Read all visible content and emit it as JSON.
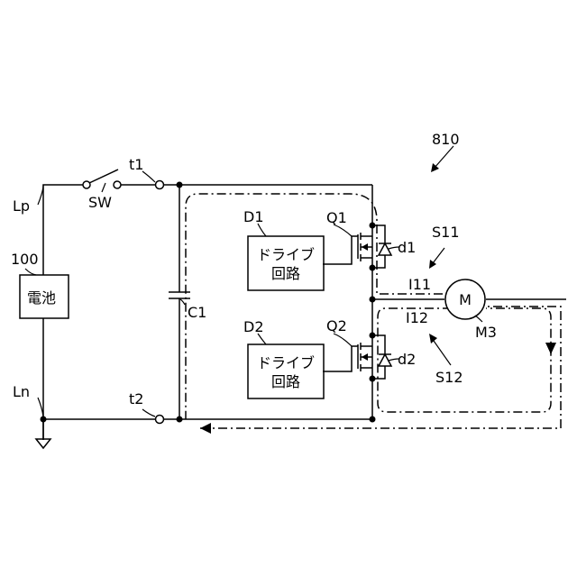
{
  "figure_label": "810",
  "labels": {
    "Lp": "Lp",
    "Ln": "Ln",
    "battery_ref": "100",
    "battery": "電池",
    "switch": "SW",
    "t1": "t1",
    "t2": "t2",
    "capacitor": "C1",
    "D1": "D1",
    "D2": "D2",
    "drive1_line1": "ドライブ",
    "drive1_line2": "回路",
    "drive2_line1": "ドライブ",
    "drive2_line2": "回路",
    "Q1": "Q1",
    "Q2": "Q2",
    "d1": "d1",
    "d2": "d2",
    "motor": "M",
    "motor_ref": "M3",
    "I11": "I11",
    "I12": "I12",
    "S11": "S11",
    "S12": "S12"
  }
}
